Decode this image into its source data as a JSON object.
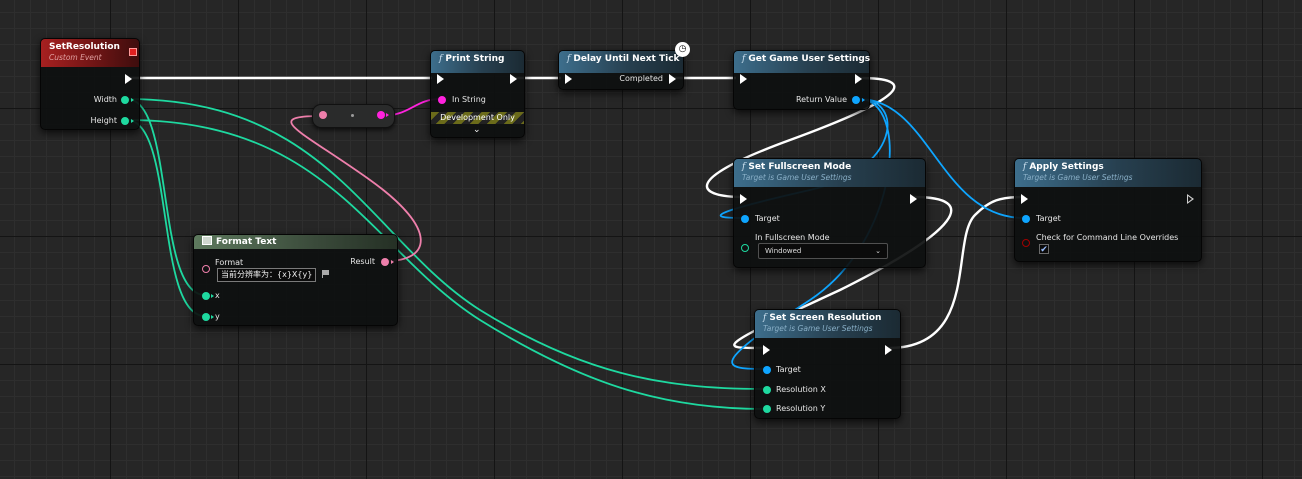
{
  "colors": {
    "exec": "#ffffff",
    "integer": "#1ed9a0",
    "string": "#ff22dd",
    "text": "#ee7fab",
    "object": "#0ea5ff",
    "boolean": "#a10000"
  },
  "nodes": {
    "set_resolution": {
      "title": "SetResolution",
      "subtitle": "Custom Event",
      "pins": {
        "width": "Width",
        "height": "Height"
      }
    },
    "print_string": {
      "title": "Print String",
      "pins": {
        "in_string": "In String"
      },
      "dev_only": "Development Only",
      "expand_icon": "chevron-down-icon"
    },
    "delay": {
      "title": "Delay Until Next Tick",
      "pins": {
        "completed": "Completed"
      },
      "badge_icon": "clock-icon"
    },
    "get_settings": {
      "title": "Get Game User Settings",
      "pins": {
        "return_value": "Return Value"
      }
    },
    "fullscreen": {
      "title": "Set Fullscreen Mode",
      "subtitle": "Target is Game User Settings",
      "pins": {
        "target": "Target",
        "mode": "In Fullscreen Mode"
      },
      "mode_value": "Windowed"
    },
    "apply": {
      "title": "Apply Settings",
      "subtitle": "Target is Game User Settings",
      "pins": {
        "target": "Target",
        "check": "Check for Command Line Overrides"
      },
      "checkbox_mark": "✔"
    },
    "format_text": {
      "title": "Format Text",
      "pins": {
        "format": "Format",
        "result": "Result",
        "x": "x",
        "y": "y"
      },
      "format_value": "当前分辨率为：{x}X{y}"
    },
    "screen_res": {
      "title": "Set Screen Resolution",
      "subtitle": "Target is Game User Settings",
      "pins": {
        "target": "Target",
        "res_x": "Resolution X",
        "res_y": "Resolution Y"
      }
    }
  }
}
